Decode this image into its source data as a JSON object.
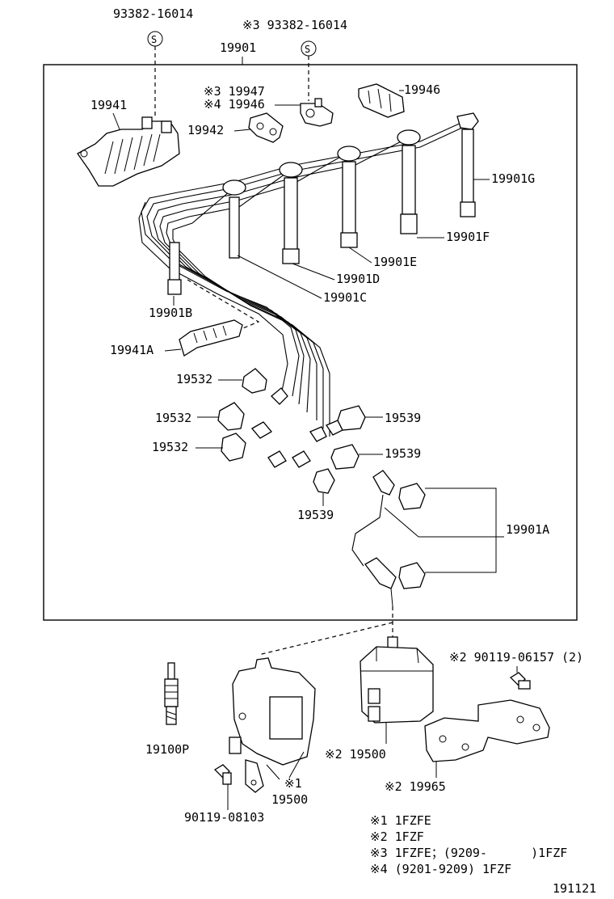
{
  "labels": {
    "bolt_a": "93382-16014",
    "bolt_b": "※3 93382-16014",
    "cord_set": "19901",
    "clamp_19941": "19941",
    "clamp_19947": "※3 19947",
    "clamp_19946_a": "※4 19946",
    "clamp_19946_b": "19946",
    "clamp_19942": "19942",
    "cord_g": "19901G",
    "cord_f": "19901F",
    "cord_e": "19901E",
    "cord_d": "19901D",
    "cord_c": "19901C",
    "cord_b": "19901B",
    "clamp_19941a": "19941A",
    "holder_1": "19532",
    "holder_2": "19532",
    "holder_3": "19532",
    "holder_4": "19539",
    "holder_5": "19539",
    "holder_6": "19539",
    "cord_a": "19901A",
    "spark_plug": "19100P",
    "coil_right": "※2 19500",
    "coil_left_note": "※1",
    "coil_left": "19500",
    "bolt_c": "90119-08103",
    "bolt_d": "※2 90119-06157 (2)",
    "bracket": "※2 19965",
    "figure_no": "191121"
  },
  "symbols": {
    "standard_part": "S"
  },
  "notes": [
    "※1 1FZFE",
    "※2 1FZF",
    "※3 1FZFE；(9209-      )1FZF",
    "※4 (9201-9209) 1FZF"
  ]
}
